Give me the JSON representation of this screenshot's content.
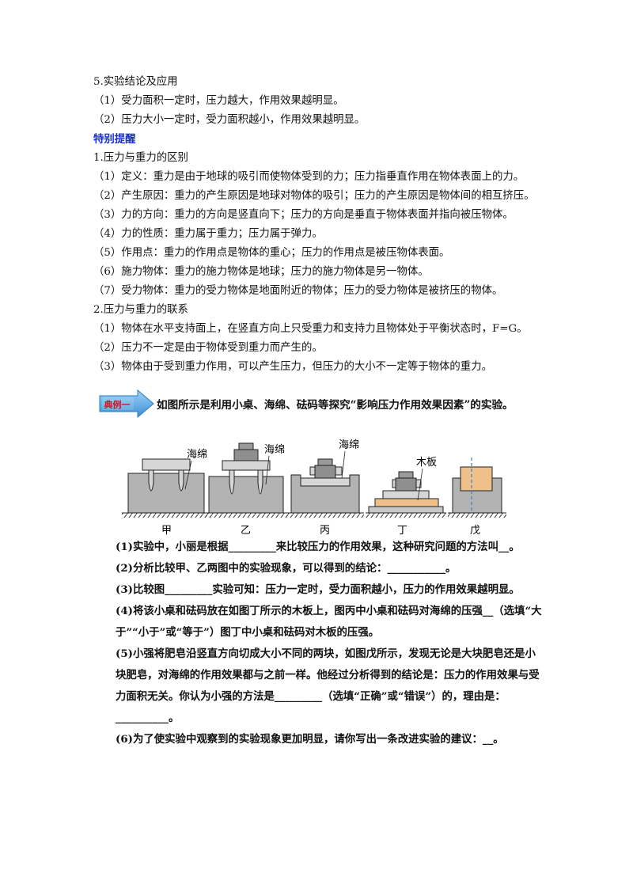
{
  "section5": {
    "title": "5.实验结论及应用",
    "items": [
      "（1）受力面积一定时，压力越大，作用效果越明显。",
      "（2）压力大小一定时，受力面积越小，作用效果越明显。"
    ]
  },
  "tip_title": "特别提醒",
  "diff": {
    "title": "1.压力与重力的区别",
    "items": [
      "（1）定义：重力是由于地球的吸引而使物体受到的力；压力指垂直作用在物体表面上的力。",
      "（2）产生原因：重力的产生原因是地球对物体的吸引；压力的产生原因是物体间的相互挤压。",
      "（3）力的方向：重力的方向是竖直向下；压力的方向是垂直于物体表面并指向被压物体。",
      "（4）力的性质：重力属于重力；压力属于弹力。",
      "（5）作用点：重力的作用点是物体的重心；压力的作用点是被压物体表面。",
      "（6）施力物体：重力的施力物体是地球；压力的施力物体是另一物体。",
      "（7）受力物体：重力的受力物体是地面附近的物体；压力的受力物体是被挤压的物体。"
    ]
  },
  "relation": {
    "title": "2.压力与重力的联系",
    "items": [
      "（1）物体在水平支持面上，在竖直方向上只受重力和支持力且物体处于平衡状态时，F=G。",
      "（2）压力不一定是由于物体受到重力而产生的。",
      "（3）物体由于受到重力作用，可以产生压力，但压力的大小不一定等于物体的重力。"
    ]
  },
  "example": {
    "badge": "典例一",
    "question": "如图所示是利用小桌、海绵、砝码等探究“影响压力作用效果因素”的实验。"
  },
  "figure": {
    "labels": [
      "甲",
      "乙",
      "丙",
      "丁",
      "戊"
    ],
    "sponge": "海绵",
    "board": "木板"
  },
  "questions": [
    "(1)实验中，小丽是根据_________来比较压力的作用效果，这种研究问题的方法叫__。",
    "(2)分析比较甲、乙两图中的实验现象，可以得到的结论：___________。",
    "(3)比较图_________实验可知：压力一定时，受力面积越小，压力的作用效果越明显。",
    "(4)将该小桌和砝码放在如图丁所示的木板上，图丙中小桌和砝码对海绵的压强__（选填“大于”“小于”或“等于”）图丁中小桌和砝码对木板的压强。",
    "(5)小强将肥皂沿竖直方向切成大小不同的两块，如图戊所示，发现无论是大块肥皂还是小块肥皂，对海绵的作用效果都与之前一样。他经过分析得到的结论是：压力的作用效果与受力面积无关。你认为小强的方法是_________（选填“正确”或“错误”）的，理由是：__________。",
    "(6)为了使实验中观察到的实验现象更加明显，请你写出一条改进实验的建议：__。"
  ]
}
